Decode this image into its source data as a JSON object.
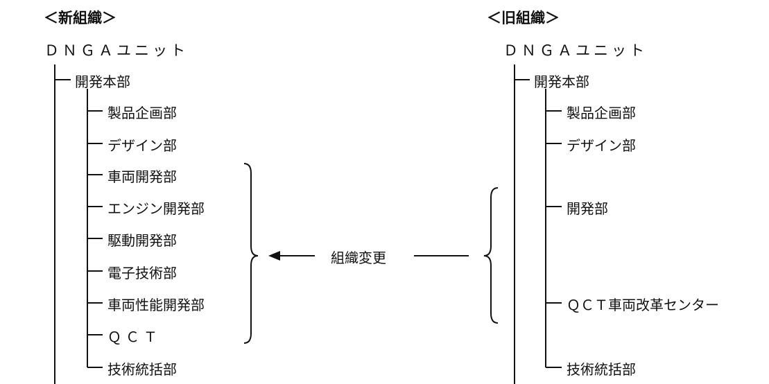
{
  "left": {
    "heading": "＜新組織＞",
    "root": "ＤＮＧＡユニット",
    "division": "開発本部",
    "departments": [
      "製品企画部",
      "デザイン部",
      "車両開発部",
      "エンジン開発部",
      "駆動開発部",
      "電子技術部",
      "車両性能開発部",
      "ＱＣＴ",
      "技術統括部"
    ]
  },
  "right": {
    "heading": "＜旧組織＞",
    "root": "ＤＮＧＡユニット",
    "division": "開発本部",
    "departments": [
      "製品企画部",
      "デザイン部",
      "開発部",
      "ＱＣＴ車両改革センター",
      "技術統括部"
    ]
  },
  "change_label": "組織変更"
}
